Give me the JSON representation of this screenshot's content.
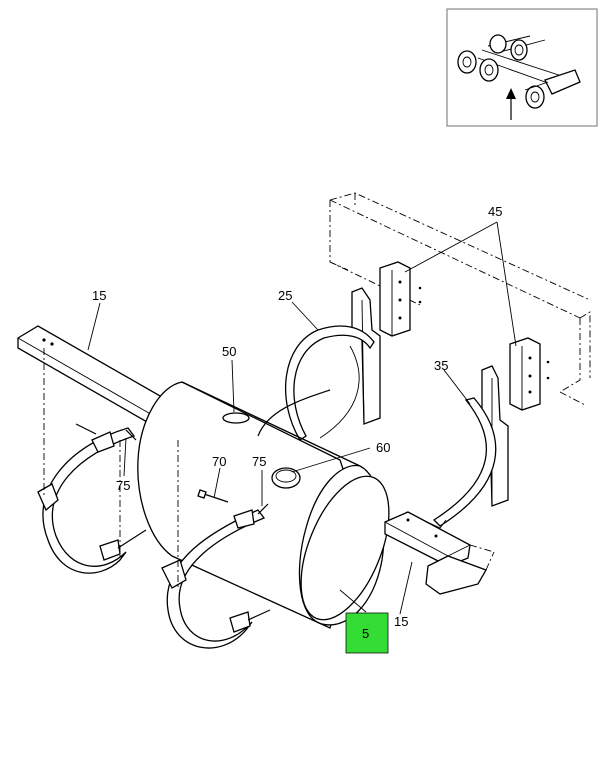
{
  "callouts": {
    "c45": "45",
    "c15_left": "15",
    "c25": "25",
    "c50": "50",
    "c35": "35",
    "c60": "60",
    "c70": "70",
    "c75_left": "75",
    "c75_mid": "75",
    "c15_right": "15",
    "c5": "5"
  },
  "colors": {
    "highlight": "#33dd33",
    "line": "#000000",
    "inset_border": "#888888"
  },
  "icons": {
    "inset": "truck-chassis-locator-icon",
    "arrow": "arrow-up-icon"
  }
}
